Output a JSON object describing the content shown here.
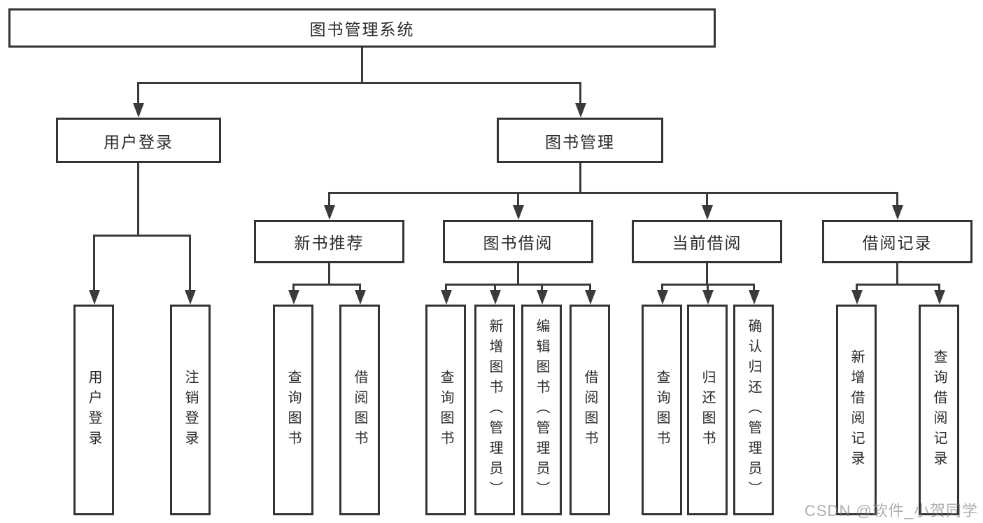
{
  "diagram_title": "图书管理系统",
  "nodes": {
    "root": {
      "label": "图书管理系统"
    },
    "user_login": {
      "label": "用户登录"
    },
    "book_mgmt": {
      "label": "图书管理"
    },
    "new_book_rec": {
      "label": "新书推荐"
    },
    "book_borrow": {
      "label": "图书借阅"
    },
    "current_borrow": {
      "label": "当前借阅"
    },
    "borrow_records": {
      "label": "借阅记录"
    },
    "leaf_user_login": {
      "label": "用户登录"
    },
    "leaf_logout": {
      "label": "注销登录"
    },
    "leaf_query_book_rec": {
      "label": "查询图书"
    },
    "leaf_borrow_book_rec": {
      "label": "借阅图书"
    },
    "leaf_query_book_borrow": {
      "label": "查询图书"
    },
    "leaf_add_book_admin": {
      "label": "新增图书（管理员）"
    },
    "leaf_edit_book_admin": {
      "label": "编辑图书（管理员）"
    },
    "leaf_borrow_book_borrow": {
      "label": "借阅图书"
    },
    "leaf_query_book_current": {
      "label": "查询图书"
    },
    "leaf_return_book": {
      "label": "归还图书"
    },
    "leaf_confirm_return_admin": {
      "label": "确认归还（管理员）"
    },
    "leaf_add_borrow_record": {
      "label": "新增借阅记录"
    },
    "leaf_query_borrow_record": {
      "label": "查询借阅记录"
    }
  },
  "hierarchy": {
    "图书管理系统": {
      "用户登录": [
        "用户登录",
        "注销登录"
      ],
      "图书管理": {
        "新书推荐": [
          "查询图书",
          "借阅图书"
        ],
        "图书借阅": [
          "查询图书",
          "新增图书（管理员）",
          "编辑图书（管理员）",
          "借阅图书"
        ],
        "当前借阅": [
          "查询图书",
          "归还图书",
          "确认归还（管理员）"
        ],
        "借阅记录": [
          "新增借阅记录",
          "查询借阅记录"
        ]
      }
    }
  },
  "watermark": {
    "text": "CSDN @软件_小贺同学"
  },
  "colors": {
    "background": "#ffffff",
    "box_border": "#333333",
    "line": "#3a3a3a",
    "text": "#2b2b2b",
    "watermark": "#b0b0b0"
  }
}
